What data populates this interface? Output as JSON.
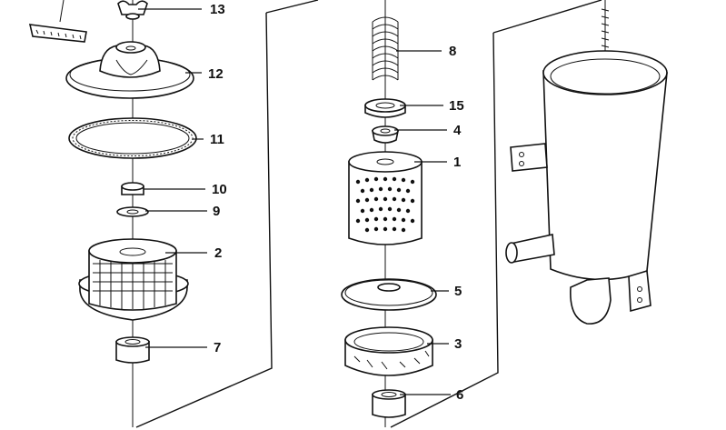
{
  "diagram": {
    "callouts": [
      {
        "id": "c13",
        "label": "13"
      },
      {
        "id": "c12",
        "label": "12"
      },
      {
        "id": "c11",
        "label": "11"
      },
      {
        "id": "c10",
        "label": "10"
      },
      {
        "id": "c9",
        "label": "9"
      },
      {
        "id": "c2",
        "label": "2"
      },
      {
        "id": "c7",
        "label": "7"
      },
      {
        "id": "c8",
        "label": "8"
      },
      {
        "id": "c15",
        "label": "15"
      },
      {
        "id": "c4",
        "label": "4"
      },
      {
        "id": "c1",
        "label": "1"
      },
      {
        "id": "c5",
        "label": "5"
      },
      {
        "id": "c3",
        "label": "3"
      },
      {
        "id": "c6",
        "label": "6"
      }
    ],
    "colors": {
      "ink": "#111111",
      "paper": "#ffffff"
    }
  }
}
